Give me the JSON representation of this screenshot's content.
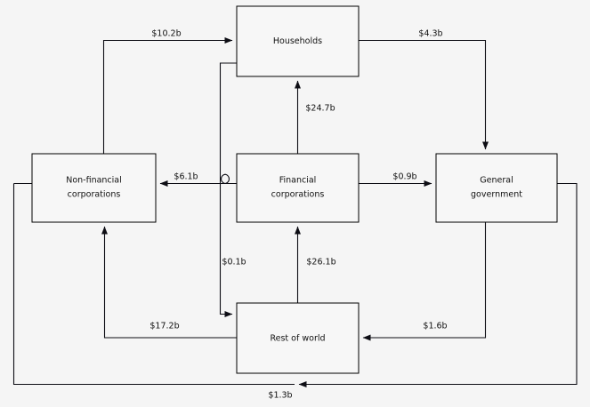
{
  "diagram": {
    "type": "flow-diagram",
    "background_color": "#f5f5f5",
    "node_fill_color": "#f7f7f7",
    "stroke_color": "#0d0d14",
    "currency_unit": "b",
    "nodes": [
      {
        "id": "households",
        "label": "Households",
        "line1": "Households",
        "line2": ""
      },
      {
        "id": "non-financial-corporations",
        "label": "Non-financial corporations",
        "line1": "Non-financial",
        "line2": "corporations"
      },
      {
        "id": "financial-corporations",
        "label": "Financial corporations",
        "line1": "Financial",
        "line2": "corporations"
      },
      {
        "id": "general-government",
        "label": "General government",
        "line1": "General",
        "line2": "government"
      },
      {
        "id": "rest-of-world",
        "label": "Rest of world",
        "line1": "Rest of world",
        "line2": ""
      }
    ],
    "edges": [
      {
        "id": "nfc-to-households",
        "from": "non-financial-corporations",
        "to": "households",
        "label": "$10.2b",
        "value": 10.2
      },
      {
        "id": "households-to-gg",
        "from": "households",
        "to": "general-government",
        "label": "$4.3b",
        "value": 4.3
      },
      {
        "id": "fc-to-households",
        "from": "financial-corporations",
        "to": "households",
        "label": "$24.7b",
        "value": 24.7
      },
      {
        "id": "fc-to-nfc",
        "from": "financial-corporations",
        "to": "non-financial-corporations",
        "label": "$6.1b",
        "value": 6.1
      },
      {
        "id": "fc-to-gg",
        "from": "financial-corporations",
        "to": "general-government",
        "label": "$0.9b",
        "value": 0.9
      },
      {
        "id": "households-to-row",
        "from": "households",
        "to": "rest-of-world",
        "label": "$0.1b",
        "value": 0.1
      },
      {
        "id": "row-to-fc",
        "from": "rest-of-world",
        "to": "financial-corporations",
        "label": "$26.1b",
        "value": 26.1
      },
      {
        "id": "row-to-nfc",
        "from": "rest-of-world",
        "to": "non-financial-corporations",
        "label": "$17.2b",
        "value": 17.2
      },
      {
        "id": "gg-to-row",
        "from": "general-government",
        "to": "rest-of-world",
        "label": "$1.6b",
        "value": 1.6
      },
      {
        "id": "gg-to-nfc",
        "from": "general-government",
        "to": "non-financial-corporations",
        "label": "$1.3b",
        "value": 1.3
      }
    ]
  }
}
